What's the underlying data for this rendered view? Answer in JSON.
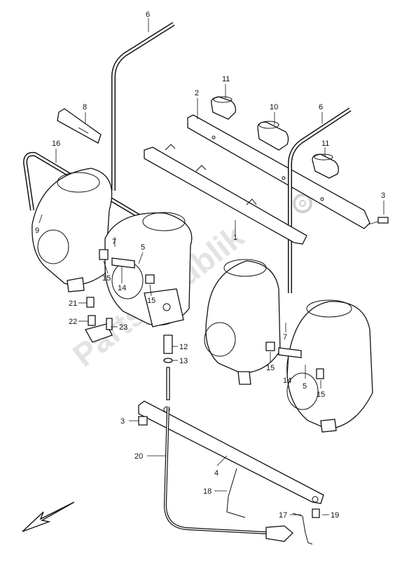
{
  "watermark": "Partsrepublik",
  "callouts": {
    "c1": "1",
    "c2": "2",
    "c3a": "3",
    "c3b": "3",
    "c4": "4",
    "c5a": "5",
    "c5b": "5",
    "c6a": "6",
    "c6b": "6",
    "c7a": "7",
    "c7b": "7",
    "c8": "8",
    "c9": "9",
    "c10": "10",
    "c11a": "11",
    "c11b": "11",
    "c12": "12",
    "c13": "13",
    "c14a": "14",
    "c14b": "14",
    "c15a": "15",
    "c15b": "15",
    "c15c": "15",
    "c15d": "15",
    "c16": "16",
    "c17": "17",
    "c18": "18",
    "c19": "19",
    "c20": "20",
    "c21": "21",
    "c22": "22",
    "c23": "23"
  }
}
